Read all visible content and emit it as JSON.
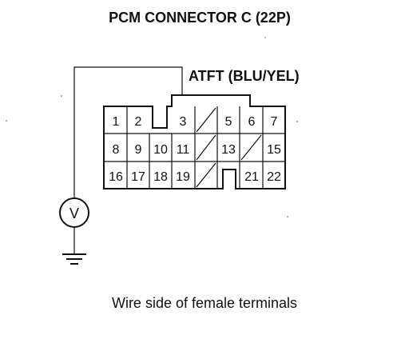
{
  "title": "PCM CONNECTOR C (22P)",
  "wire_label": "ATFT (BLU/YEL)",
  "caption": "Wire side of female terminals",
  "meter_symbol": "V",
  "connector": {
    "row1": [
      "1",
      "2",
      "",
      "3",
      "",
      "5",
      "6",
      "7"
    ],
    "row2": [
      "8",
      "9",
      "10",
      "11",
      "",
      "13",
      "",
      "15"
    ],
    "row3": [
      "16",
      "17",
      "18",
      "19",
      "",
      "",
      "21",
      "22"
    ]
  }
}
